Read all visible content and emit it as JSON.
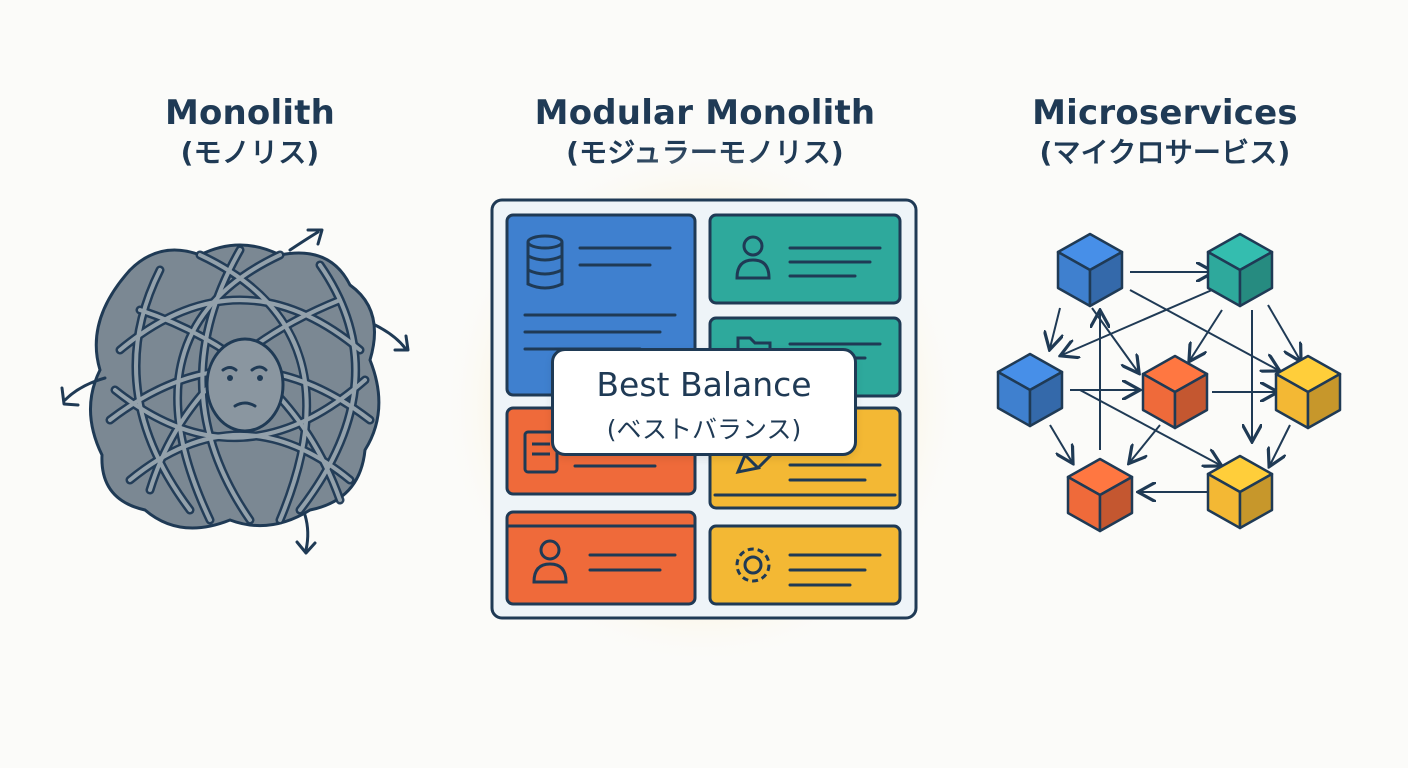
{
  "titles": {
    "monolith": {
      "main": "Monolith",
      "sub": "(モノリス)"
    },
    "modular": {
      "main": "Modular Monolith",
      "sub": "(モジュラーモノリス)"
    },
    "microservices": {
      "main": "Microservices",
      "sub": "(マイクロサービス)"
    }
  },
  "badge": {
    "main": "Best Balance",
    "sub": "(ベストバランス)"
  },
  "colors": {
    "navy": "#1f3a55",
    "blue": "#3f80cf",
    "teal": "#2ea99c",
    "orange": "#ef6a3a",
    "yellow": "#f3b834",
    "gray": "#6f7d88",
    "glow": "#fbe7b4"
  },
  "modules": [
    {
      "color": "blue",
      "icon": "database-icon"
    },
    {
      "color": "teal",
      "icon": "user-icon"
    },
    {
      "color": "teal",
      "icon": "folder-icon"
    },
    {
      "color": "orange",
      "icon": "document-icon"
    },
    {
      "color": "yellow",
      "icon": "pencil-icon"
    },
    {
      "color": "orange",
      "icon": "user-icon"
    },
    {
      "color": "yellow",
      "icon": "gear-icon"
    }
  ],
  "services": [
    {
      "color": "blue"
    },
    {
      "color": "teal"
    },
    {
      "color": "blue"
    },
    {
      "color": "orange"
    },
    {
      "color": "yellow"
    },
    {
      "color": "orange"
    },
    {
      "color": "yellow"
    }
  ]
}
